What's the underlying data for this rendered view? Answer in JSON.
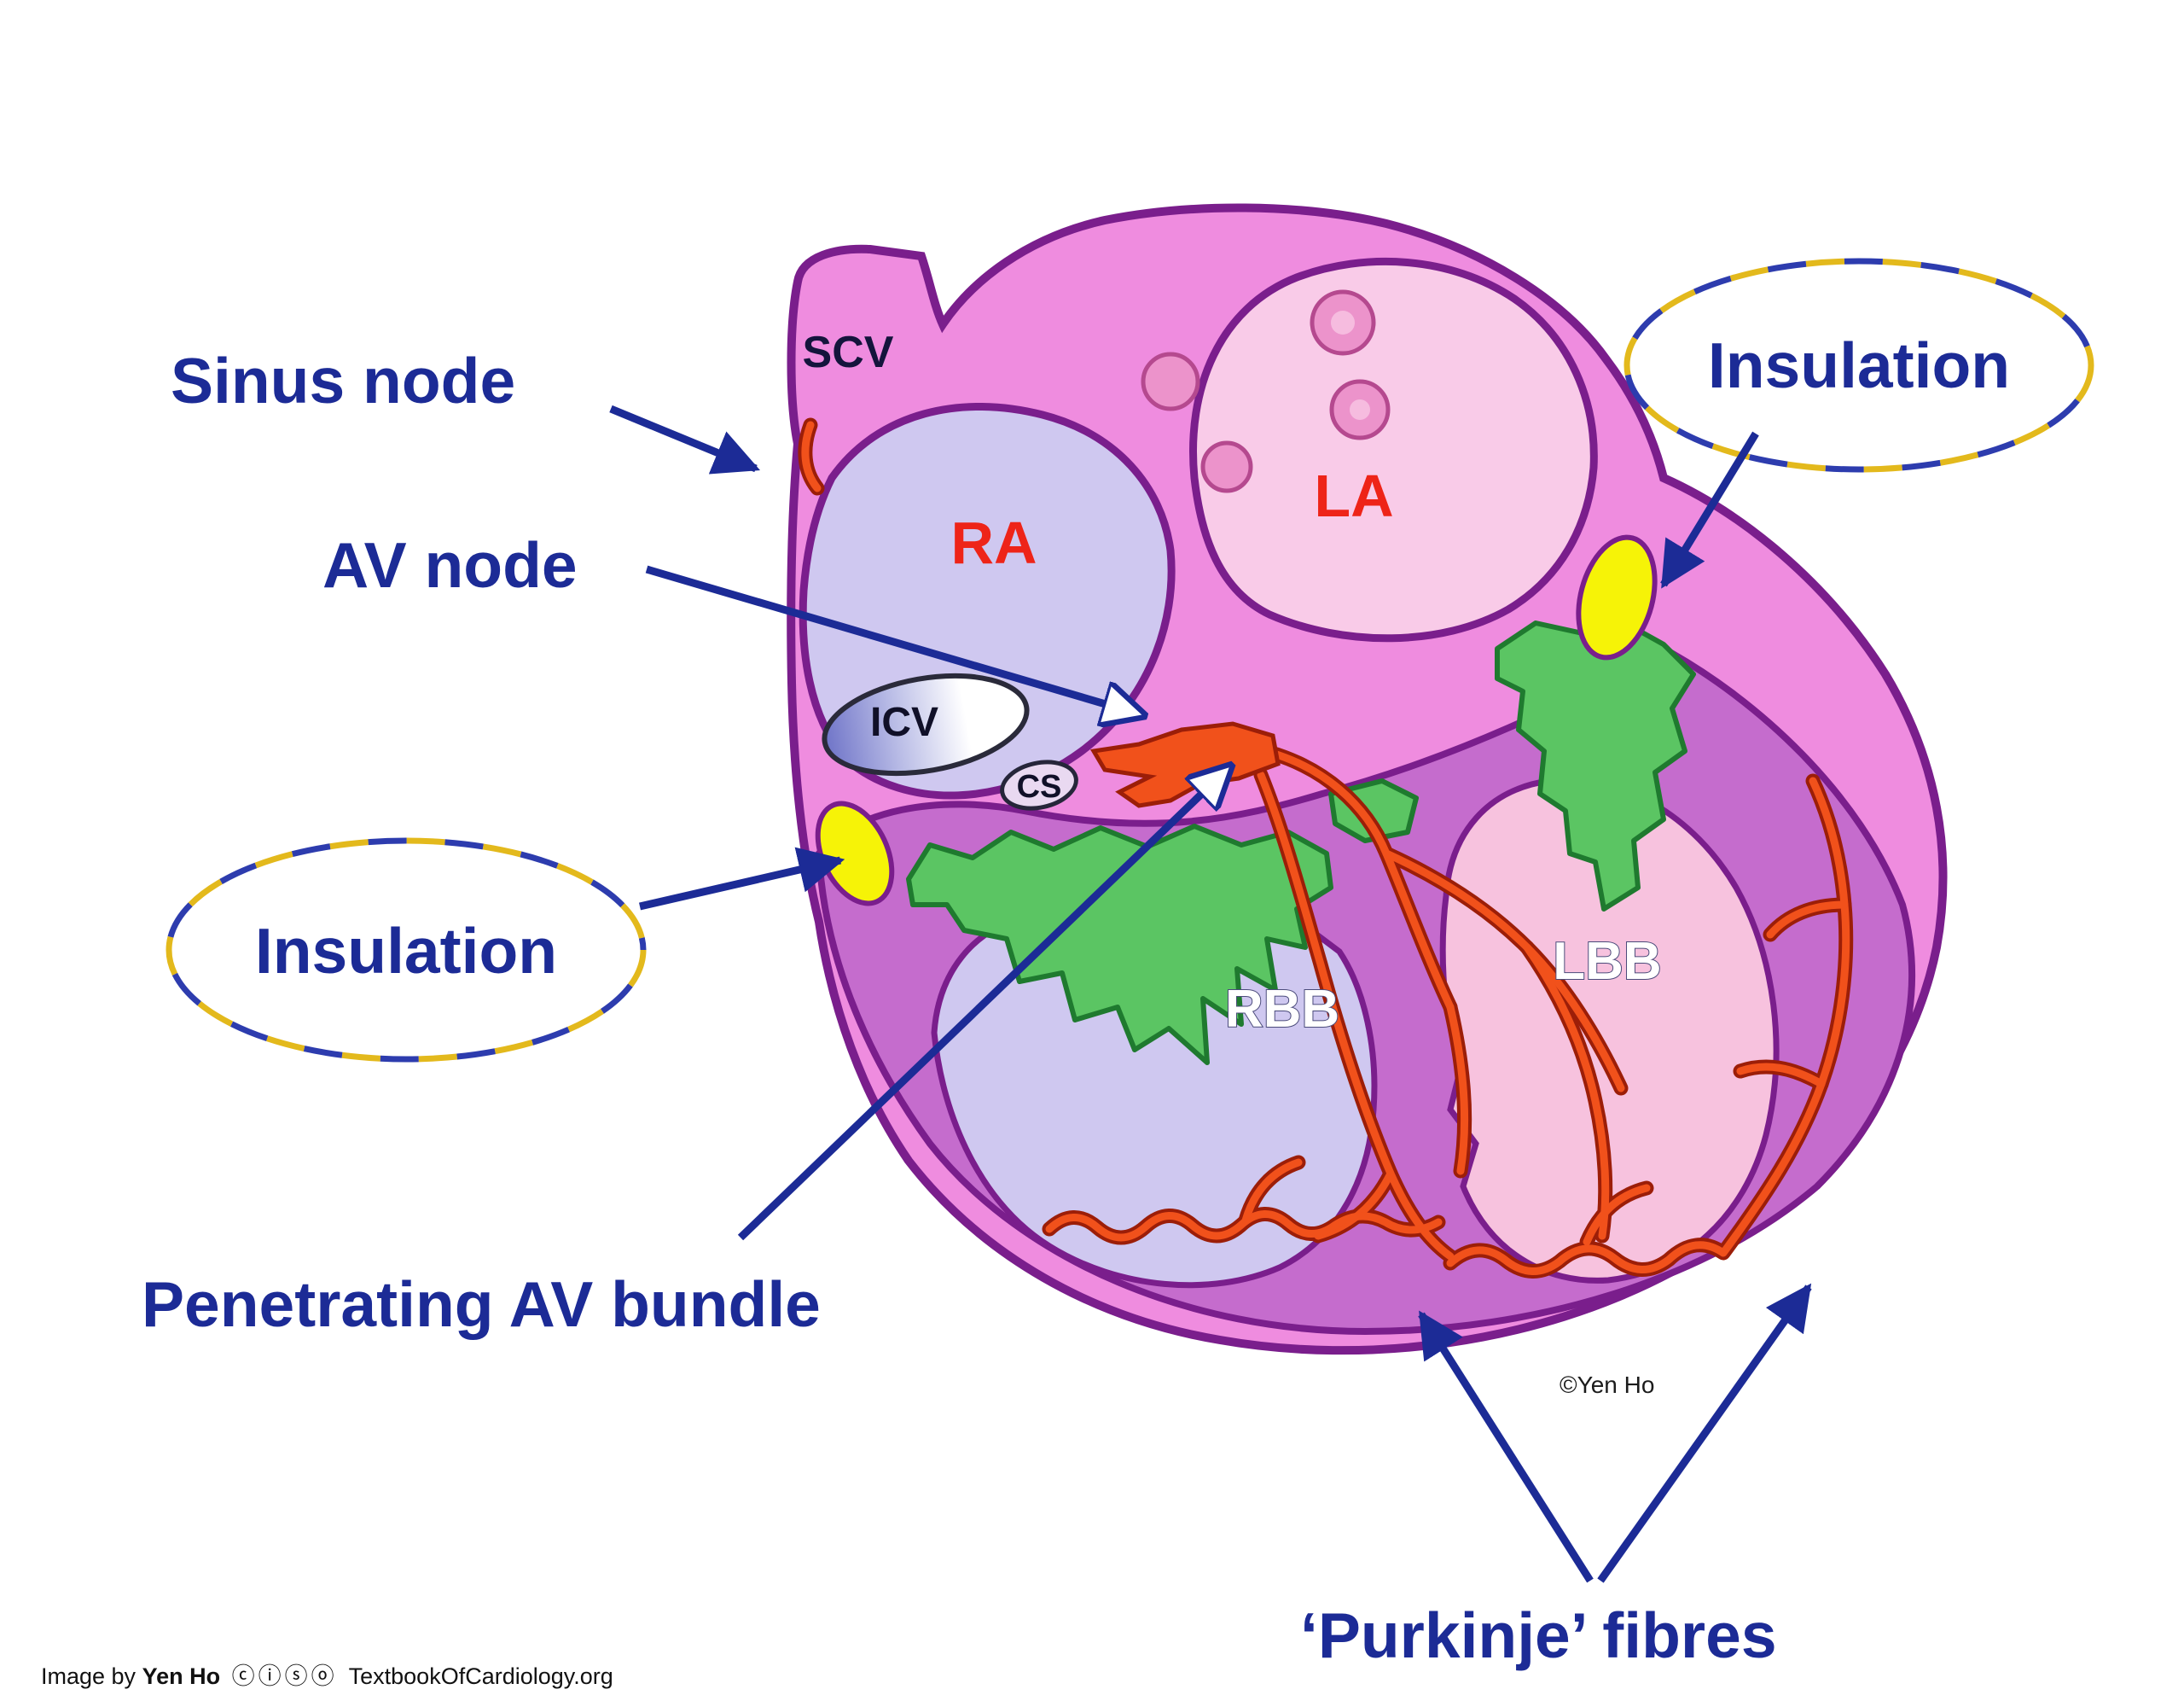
{
  "colors": {
    "label_navy": "#1c2b96",
    "chamber_label_red": "#ee2418",
    "conduction_orange": "#f1511b",
    "conduction_outline": "#9c1e08",
    "fibrous_green": "#5bc563",
    "insulation_yellow": "#f6f307",
    "wall_pink": "#ef8cdf",
    "wall_purple": "#c56ccd",
    "cavity_lavender": "#cfc8f0",
    "cavity_pink": "#f7c2de",
    "outline_purple": "#7a1e8c",
    "dash_yellow": "#e3b91c",
    "dash_blue": "#2d3cae"
  },
  "labels": {
    "sinus_node": "Sinus node",
    "av_node": "AV node",
    "insulation_right": "Insulation",
    "insulation_left": "Insulation",
    "penetrating_av_bundle": "Penetrating AV bundle",
    "purkinje_fibres": "‘Purkinje’ fibres",
    "scv": "SCV",
    "icv": "ICV",
    "cs": "CS",
    "ra": "RA",
    "la": "LA",
    "rbb": "RBB",
    "lbb": "LBB"
  },
  "watermark": "©Yen Ho",
  "footer": {
    "prefix": "Image by ",
    "author": "Yen Ho",
    "license_icons": "ⓒⓘⓢⓞ",
    "site": "TextbookOfCardiology.org"
  }
}
